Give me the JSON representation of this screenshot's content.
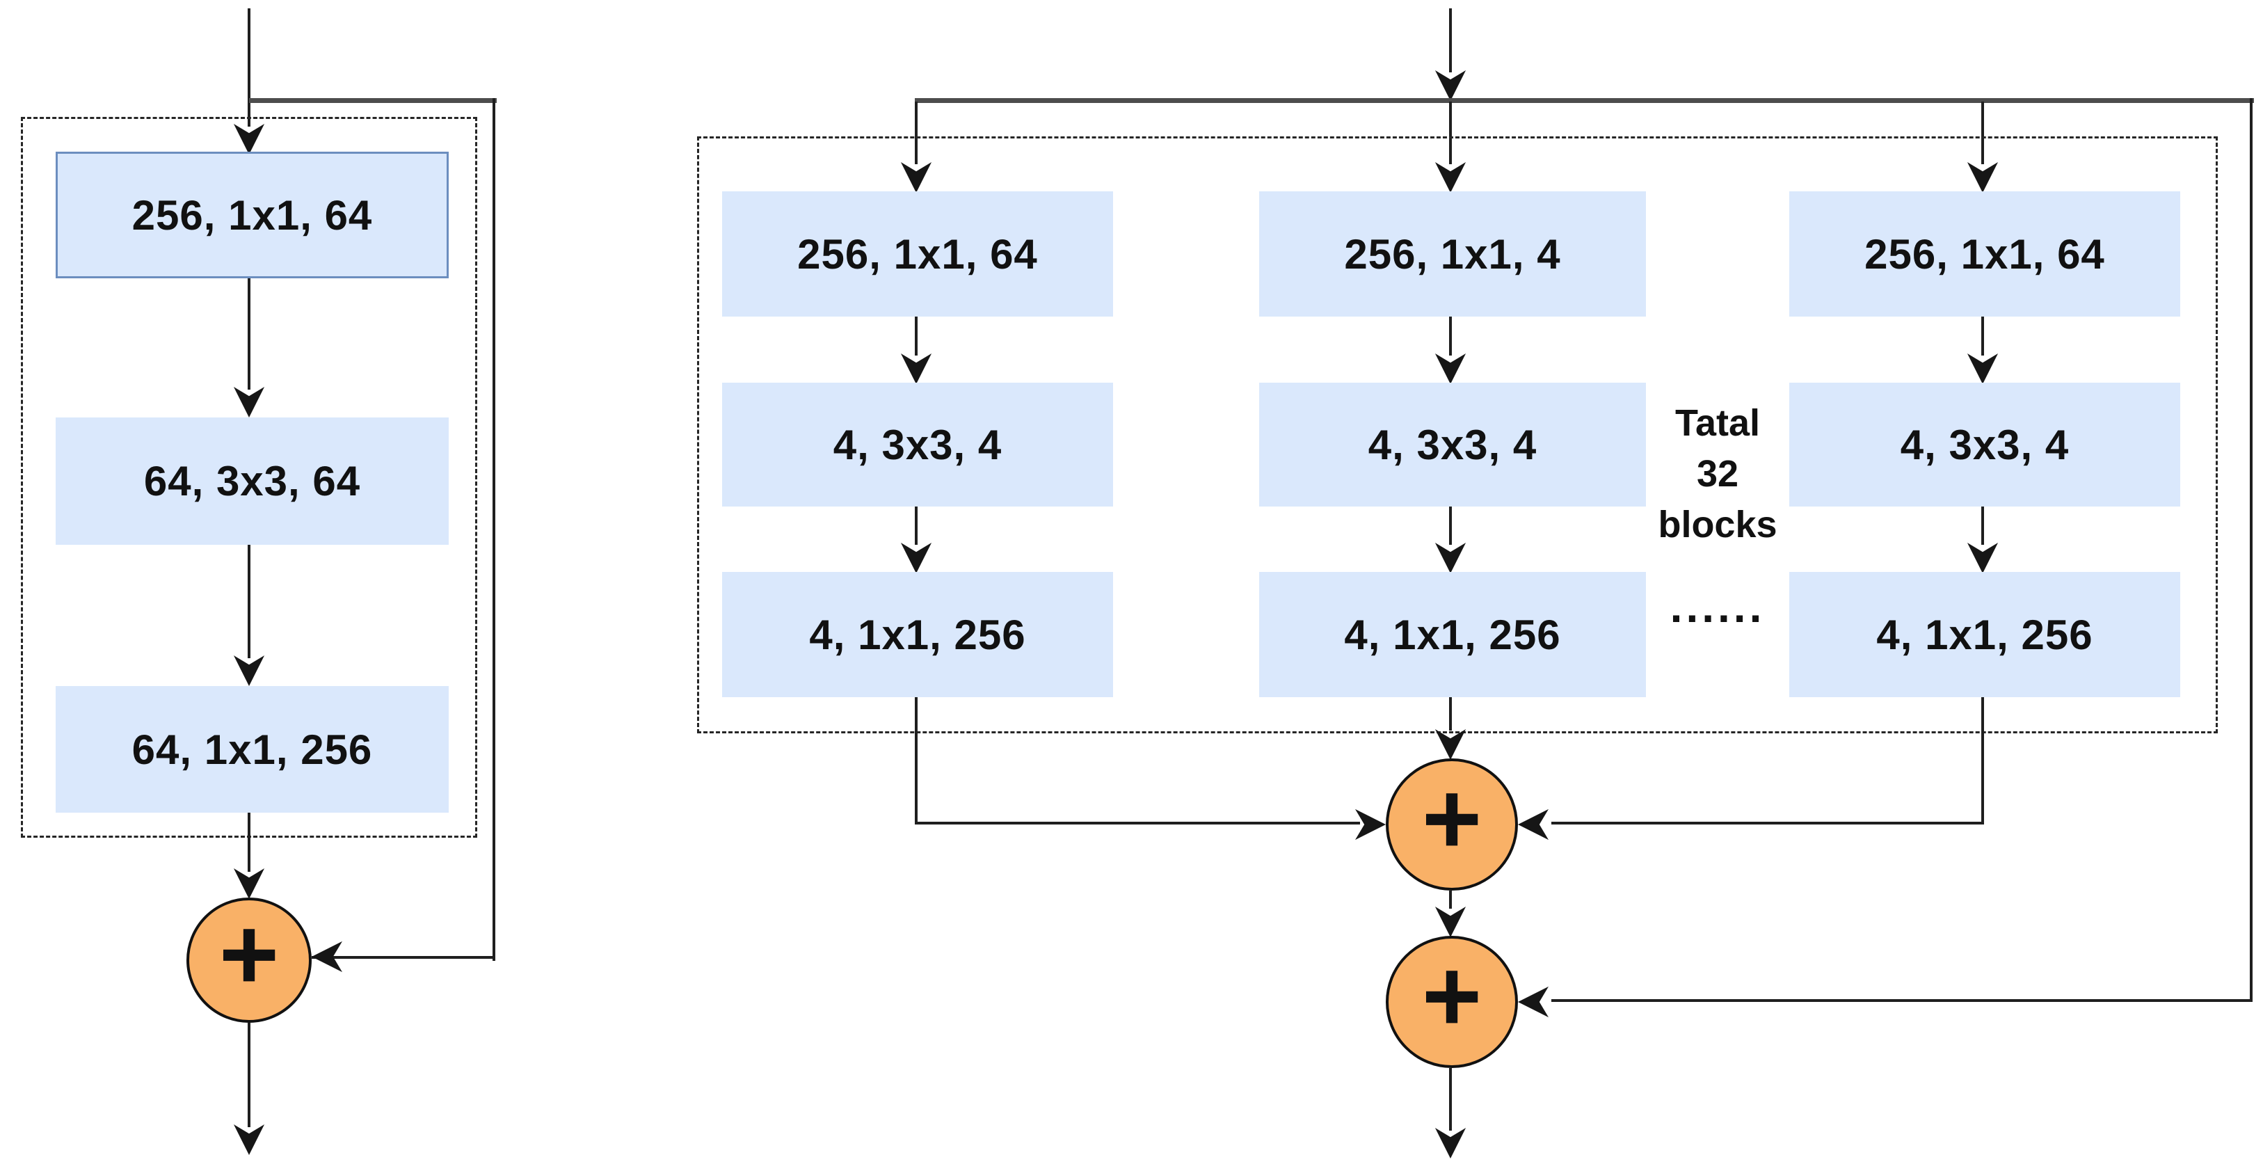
{
  "left_block": {
    "layers": [
      "256, 1x1, 64",
      "64, 3x3, 64",
      "64, 1x1, 256"
    ],
    "sum_symbol": "+"
  },
  "right_block": {
    "paths": [
      {
        "layers": [
          "256, 1x1, 64",
          "4, 3x3, 4",
          "4, 1x1, 256"
        ]
      },
      {
        "layers": [
          "256, 1x1, 4",
          "4, 3x3, 4",
          "4, 1x1, 256"
        ]
      },
      {
        "layers": [
          "256, 1x1, 64",
          "4, 3x3, 4",
          "4, 1x1, 256"
        ]
      }
    ],
    "annotation_lines": [
      "Tatal",
      "32",
      "blocks"
    ],
    "ellipsis": "......",
    "sum_symbols": [
      "+",
      "+"
    ]
  },
  "colors": {
    "box_fill": "#dae8fc",
    "box_border": "#6c8ebf",
    "circle_fill": "#f9b167",
    "line": "#1f1f1f"
  }
}
